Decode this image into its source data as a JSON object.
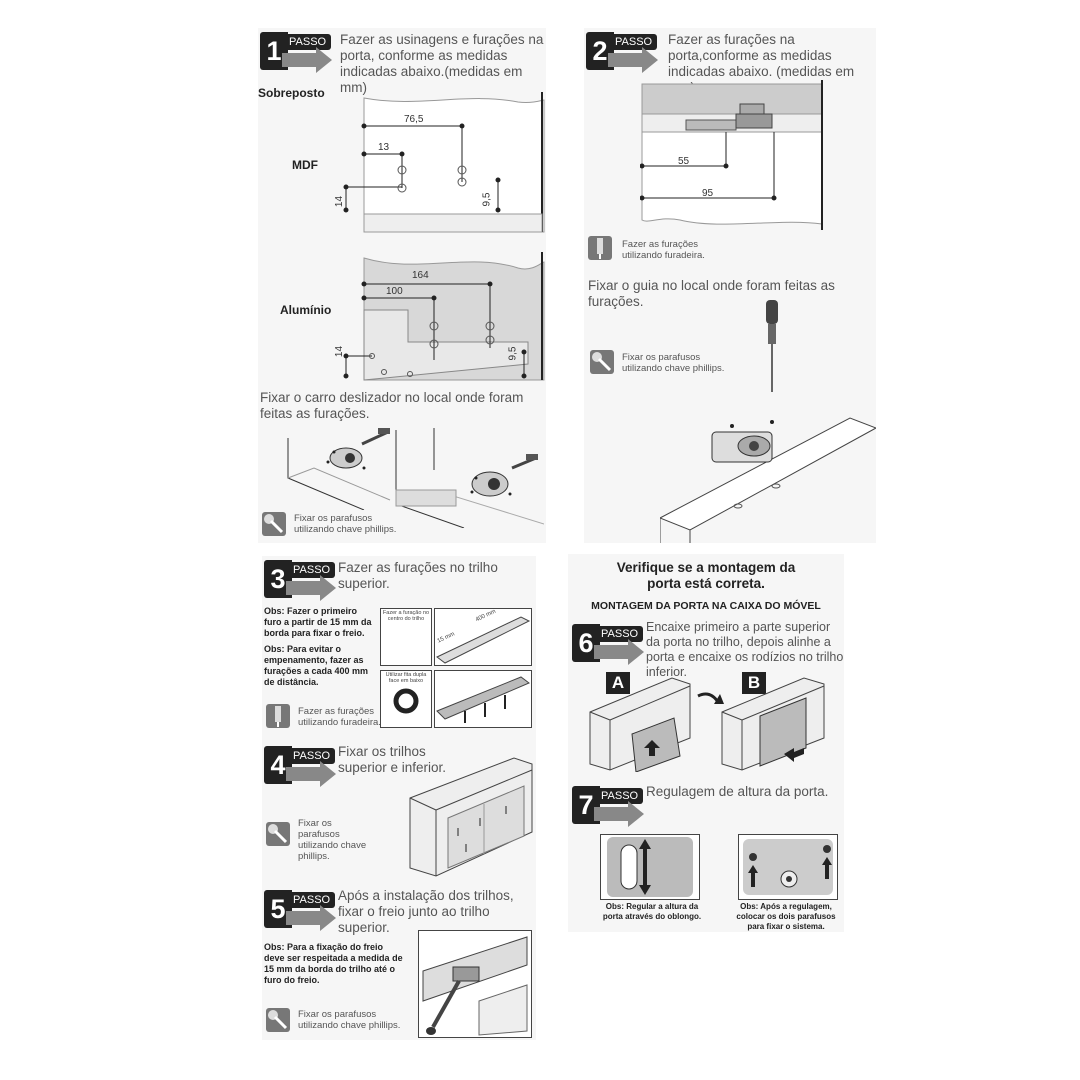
{
  "step_word": "PASSO",
  "steps": {
    "s1": {
      "num": "1",
      "text": "Fazer as usinagens e furações na porta, conforme as medidas indicadas abaixo.(medidas em mm)"
    },
    "s2": {
      "num": "2",
      "text": "Fazer as furações na porta,conforme as medidas indicadas abaixo. (medidas em mm)"
    },
    "s3": {
      "num": "3",
      "text": "Fazer as furações no trilho superior."
    },
    "s4": {
      "num": "4",
      "text": "Fixar os trilhos superior e inferior."
    },
    "s5": {
      "num": "5",
      "text": "Após a instalação dos trilhos, fixar o freio junto ao trilho superior."
    },
    "s6": {
      "num": "6",
      "text": "Encaixe primeiro a parte superior da porta no trilho, depois alinhe a porta e encaixe os rodízios no trilho inferior."
    },
    "s7": {
      "num": "7",
      "text": "Regulagem de altura da porta."
    }
  },
  "section1": {
    "sobreposto": "Sobreposto",
    "mdf": "MDF",
    "aluminio": "Alumínio",
    "mdf_dims": {
      "d1": "76,5",
      "d2": "13",
      "d3": "14",
      "d4": "9,5"
    },
    "alu_dims": {
      "d1": "164",
      "d2": "100",
      "d3": "14",
      "d4": "9,5"
    },
    "fix_text": "Fixar o carro deslizador no local onde foram feitas as furações.",
    "screw_note": "Fixar os parafusos utilizando chave phillips."
  },
  "section2": {
    "dims": {
      "d1": "55",
      "d2": "95"
    },
    "drill_note": "Fazer as furações utilizando furadeira.",
    "fix_text": "Fixar o guia no local onde foram feitas as furações.",
    "screw_note": "Fixar os parafusos utilizando chave phillips."
  },
  "section3": {
    "obs1": "Obs: Fazer o primeiro furo a partir de 15 mm da borda para fixar o freio.",
    "obs2": "Obs: Para evitar o empenamento, fazer as furações a cada 400 mm de distância.",
    "box1": "Fazer a furação no centro do trilho",
    "box2": "Utilizar fita dupla face em baixo",
    "dim15": "15 mm",
    "dim400": "400 mm",
    "drill_note": "Fazer as furações utilizando furadeira."
  },
  "section4": {
    "screw_note": "Fixar os parafusos utilizando chave phillips."
  },
  "section5": {
    "obs": "Obs: Para a fixação do freio deve ser respeitada a medida de 15 mm da borda do trilho até o furo do freio.",
    "screw_note": "Fixar os parafusos utilizando chave phillips."
  },
  "section6": {
    "title": "Verifique se a montagem da porta está correta.",
    "subtitle": "MONTAGEM DA PORTA NA CAIXA DO MÓVEL",
    "label_a": "A",
    "label_b": "B"
  },
  "section7": {
    "obs1": "Obs: Regular a altura da porta através do oblongo.",
    "obs2": "Obs: Após a regulagem, colocar os dois parafusos para fixar o sistema."
  }
}
